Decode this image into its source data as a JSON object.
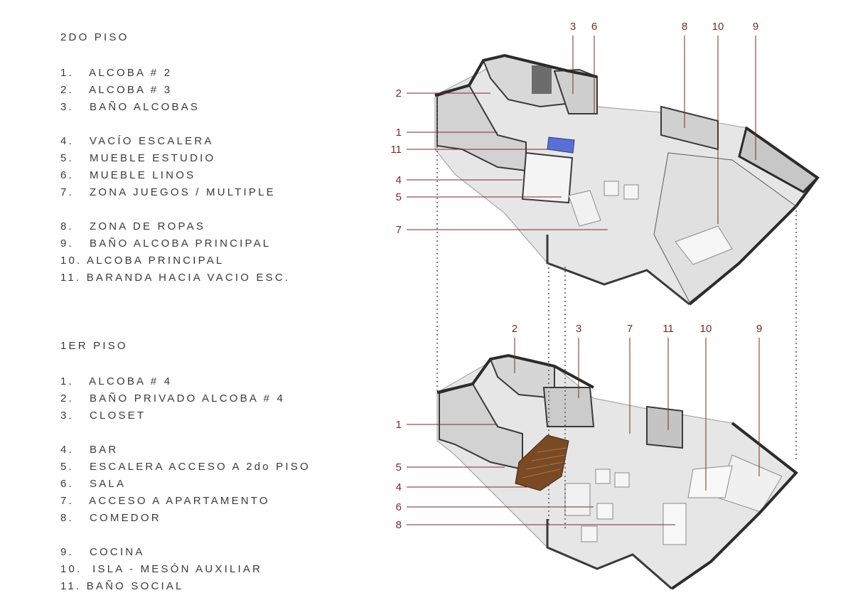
{
  "legend_top": {
    "heading": "2DO PISO",
    "groups": [
      [
        "1.   ALCOBA # 2",
        "2.   ALCOBA # 3",
        "3.   BAÑO ALCOBAS"
      ],
      [
        "4.   VACÍO ESCALERA",
        "5.   MUEBLE ESTUDIO",
        "6.   MUEBLE LINOS",
        "7.   ZONA JUEGOS / MULTIPLE"
      ],
      [
        "8.   ZONA DE ROPAS",
        "9.   BAÑO ALCOBA PRINCIPAL",
        "10. ALCOBA PRINCIPAL",
        "11. BARANDA HACIA VACIO ESC."
      ]
    ]
  },
  "legend_bottom": {
    "heading": "1ER PISO",
    "groups": [
      [
        "1.   ALCOBA # 4",
        "2.   BAÑO PRIVADO ALCOBA # 4",
        "3.   CLOSET"
      ],
      [
        "4.   BAR",
        "5.   ESCALERA ACCESO A 2do PISO",
        "6.   SALA",
        "7.   ACCESO A APARTAMENTO",
        "8.   COMEDOR"
      ],
      [
        "9.   COCINA",
        "10.  ISLA - MESÓN AUXILIAR",
        "11. BAÑO SOCIAL"
      ]
    ]
  },
  "callouts_top_left": [
    "2",
    "1",
    "11",
    "4",
    "5",
    "7"
  ],
  "callouts_top_above": [
    "3",
    "6",
    "8",
    "10",
    "9"
  ],
  "callouts_bottom_left": [
    "1",
    "5",
    "4",
    "6",
    "8"
  ],
  "callouts_bottom_above": [
    "2",
    "3",
    "7",
    "11",
    "10",
    "9"
  ],
  "colors": {
    "callout": "#7a2a22",
    "wall_dark": "#2b2b2b",
    "wall_face": "#c9c9c9",
    "floor": "#e4e4e4",
    "railing_blue": "#5a6fd6",
    "stair_wood": "#7a4a25",
    "legend_text": "#3a3a3a"
  }
}
